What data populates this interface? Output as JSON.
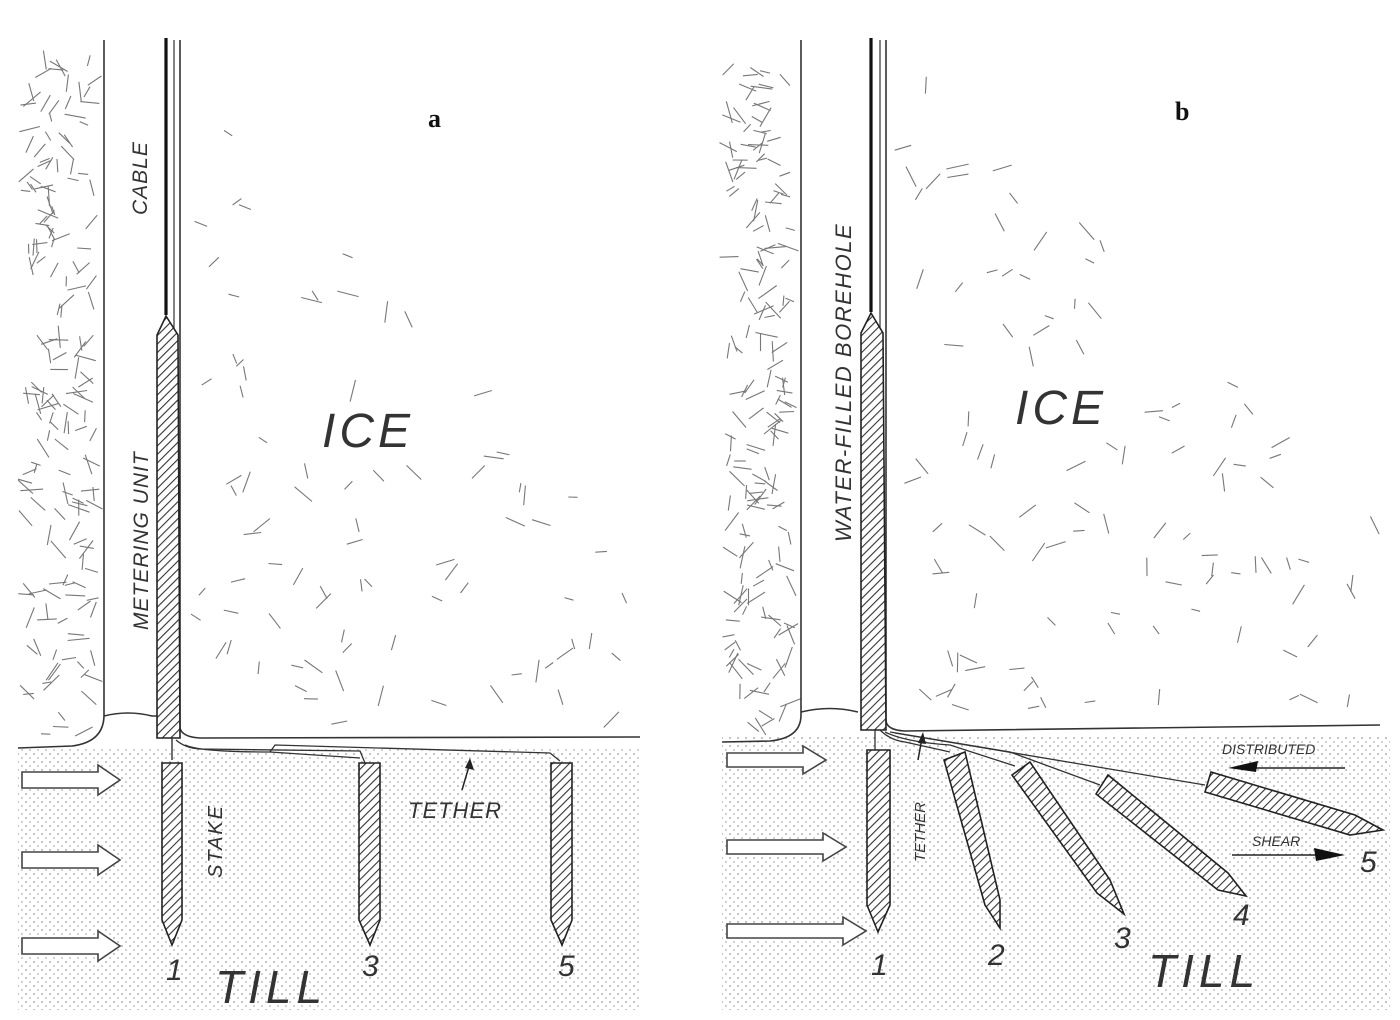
{
  "panel_a": {
    "letter": "a",
    "ice": "ICE",
    "till": "TILL",
    "cable": "CABLE",
    "metering_unit": "METERING UNIT",
    "stake": "STAKE",
    "tether": "TETHER",
    "positions": [
      "1",
      "3",
      "5"
    ]
  },
  "panel_b": {
    "letter": "b",
    "ice": "ICE",
    "till": "TILL",
    "borehole": "WATER-FILLED BOREHOLE",
    "tether": "TETHER",
    "distributed": "DISTRIBUTED",
    "shear": "SHEAR",
    "positions": [
      "1",
      "2",
      "3",
      "4",
      "5"
    ]
  }
}
